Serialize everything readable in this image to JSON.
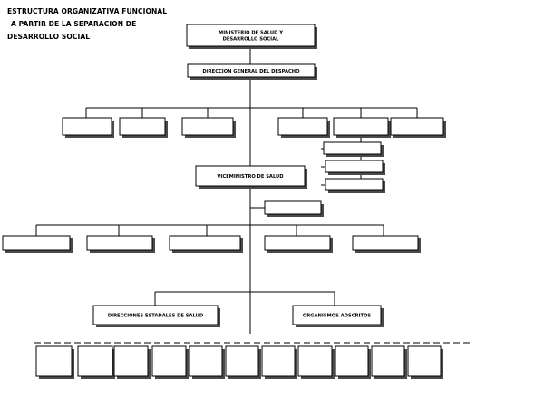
{
  "title": {
    "line1": "ESTRUCTURA ORGANIZATIVA FUNCIONAL",
    "line2": "A PARTIR DE LA SEPARACION DE",
    "line3": "DESARROLLO SOCIAL"
  },
  "nodes": {
    "ministerio": [
      "MINISTERIO DE SALUD Y",
      "DESARROLLO SOCIAL"
    ],
    "direccion_general": [
      "DIRECCION GENERAL DEL DESPACHO"
    ],
    "viceministro": [
      "VICEMINISTRO DE SALUD"
    ],
    "direcciones_estatales": [
      "DIRECCIONES ESTADALES DE SALUD"
    ],
    "organismos_adscritos": [
      "ORGANISMOS ADSCRITOS"
    ]
  }
}
